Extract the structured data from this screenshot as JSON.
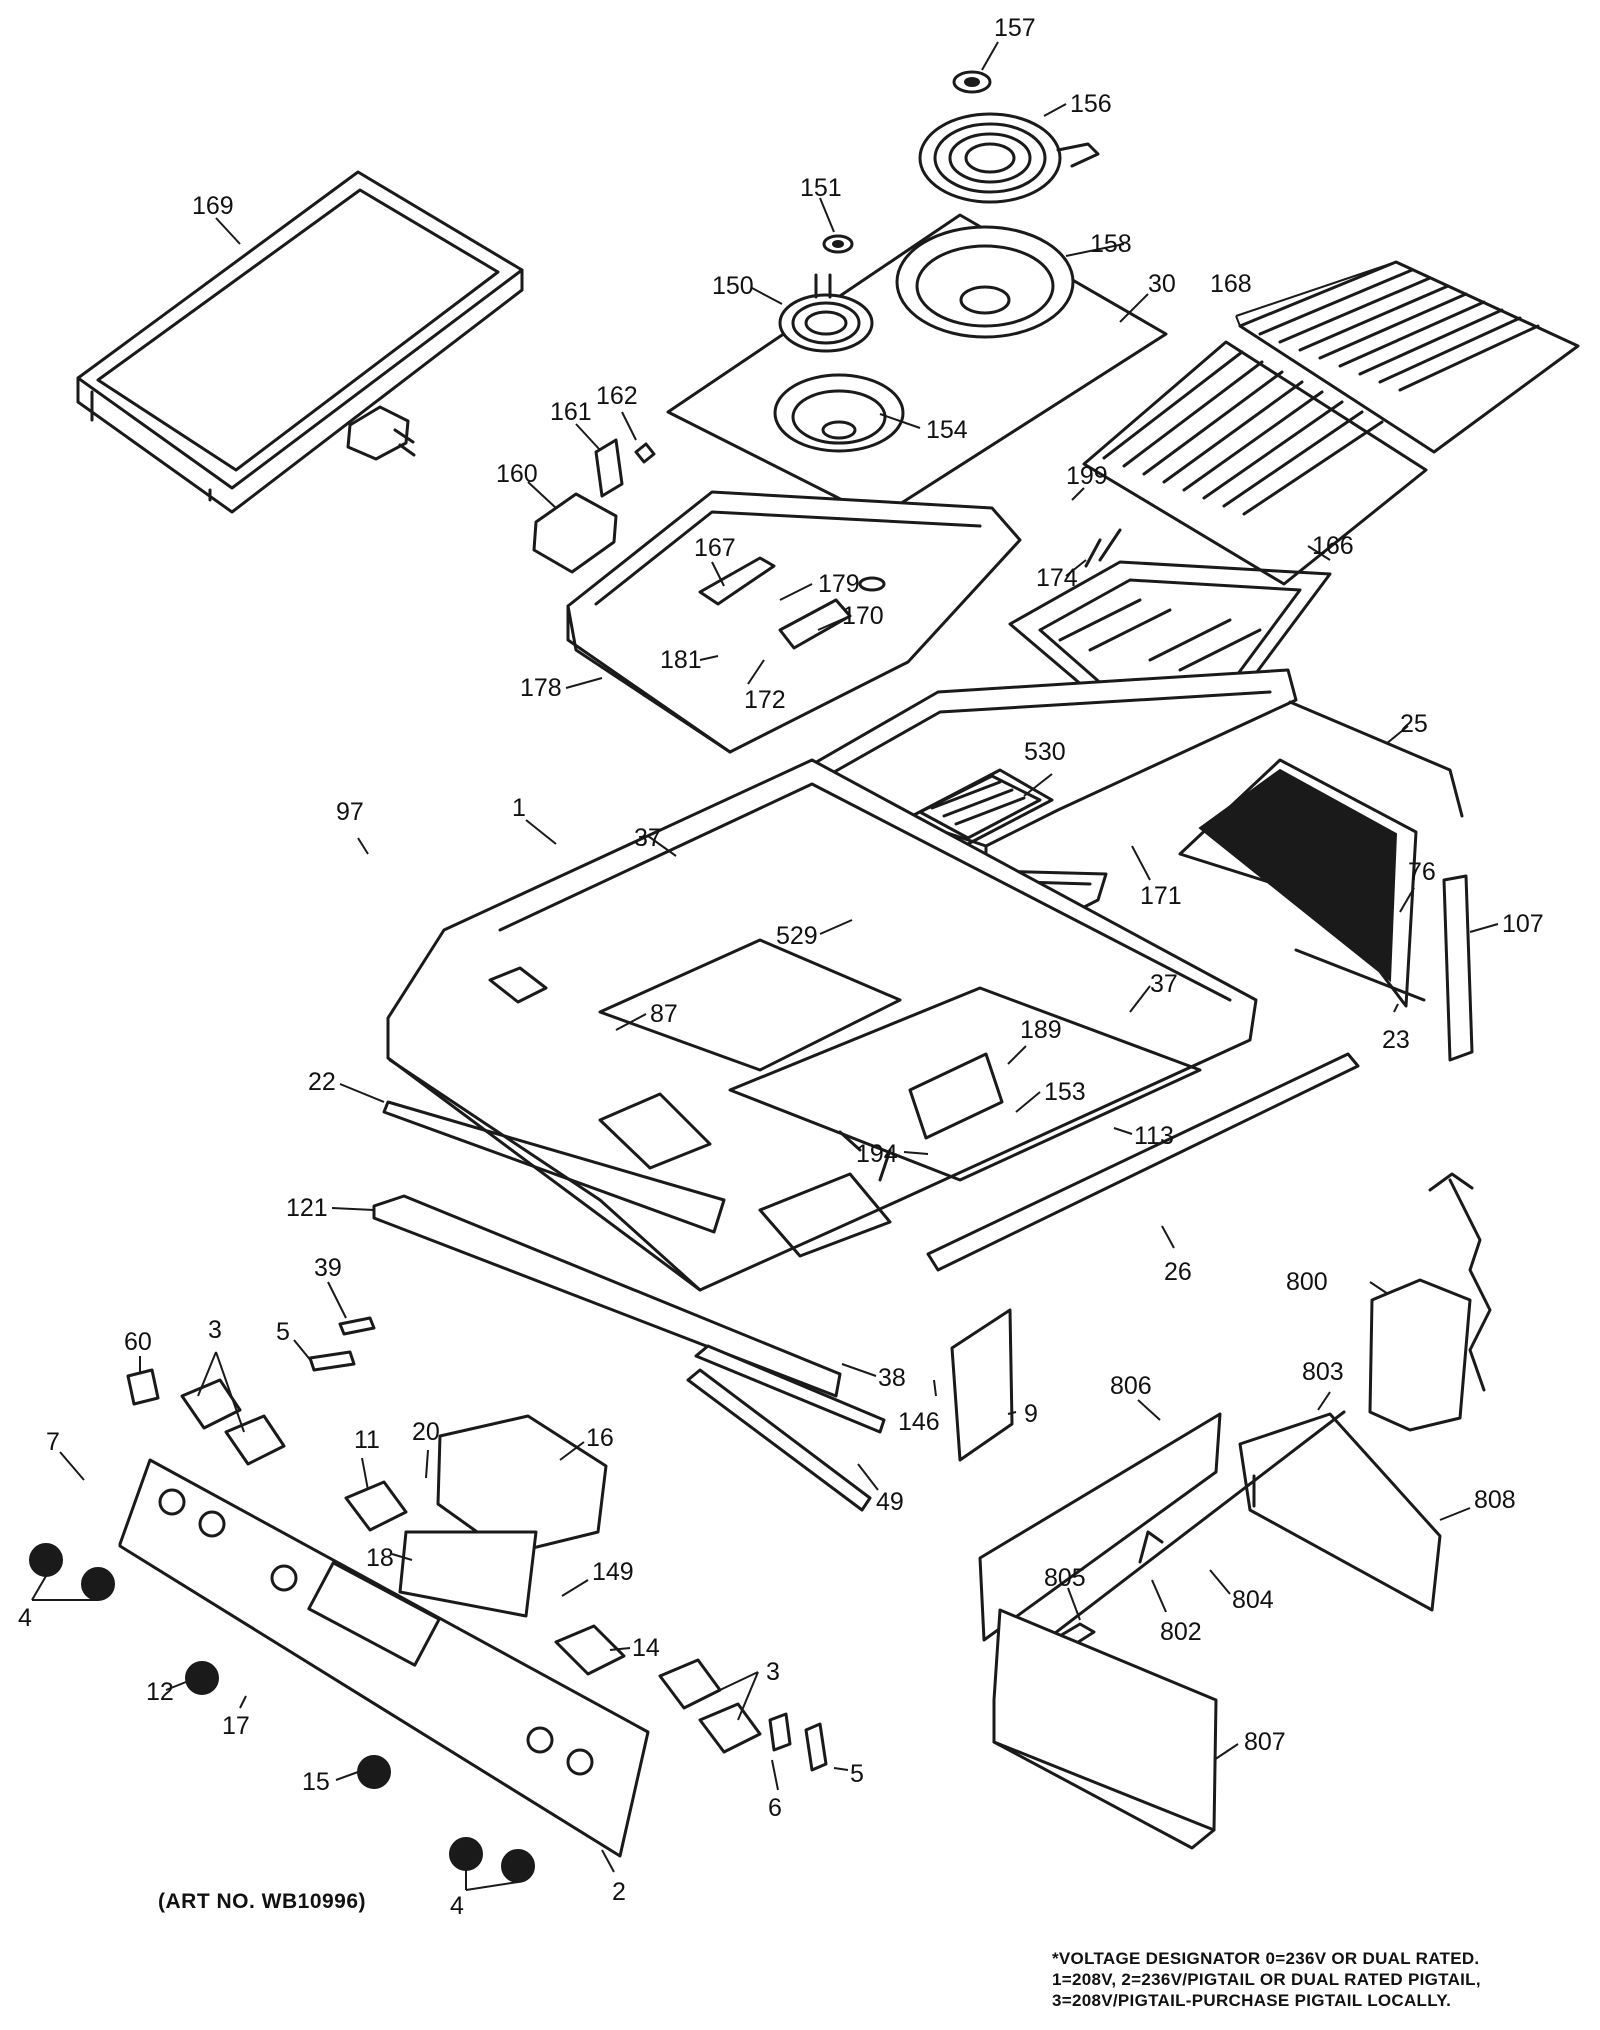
{
  "art_number": "(ART NO. WB10996)",
  "voltage_note": [
    "*VOLTAGE DESIGNATOR 0=236V OR DUAL RATED.",
    "1=208V, 2=236V/PIGTAIL OR DUAL RATED PIGTAIL,",
    "3=208V/PIGTAIL-PURCHASE PIGTAIL LOCALLY."
  ],
  "callouts": {
    "c157": "157",
    "c156": "156",
    "c151": "151",
    "c158": "158",
    "c169": "169",
    "c150": "150",
    "c30": "30",
    "c168": "168",
    "c162": "162",
    "c161": "161",
    "c154": "154",
    "c160": "160",
    "c199": "199",
    "c167": "167",
    "c179": "179",
    "c174": "174",
    "c166": "166",
    "c170": "170",
    "c181": "181",
    "c178": "178",
    "c172": "172",
    "c25": "25",
    "c530": "530",
    "c97": "97",
    "c1": "1",
    "c37a": "37",
    "c76": "76",
    "c107": "107",
    "c171": "171",
    "c529": "529",
    "c37b": "37",
    "c87": "87",
    "c23": "23",
    "c189": "189",
    "c22": "22",
    "c153": "153",
    "c113": "113",
    "c194": "194",
    "c121": "121",
    "c26": "26",
    "c39": "39",
    "c800": "800",
    "c5a": "5",
    "c60": "60",
    "c3a": "3",
    "c38": "38",
    "c9": "9",
    "c806": "806",
    "c803": "803",
    "c146": "146",
    "c7": "7",
    "c11": "11",
    "c20": "20",
    "c16": "16",
    "c49": "49",
    "c808": "808",
    "c18": "18",
    "c149": "149",
    "c4a": "4",
    "c805": "805",
    "c804": "804",
    "c802": "802",
    "c14": "14",
    "c12": "12",
    "c3b": "3",
    "c17": "17",
    "c5b": "5",
    "c6": "6",
    "c15": "15",
    "c807": "807",
    "c4b": "4",
    "c2": "2"
  }
}
